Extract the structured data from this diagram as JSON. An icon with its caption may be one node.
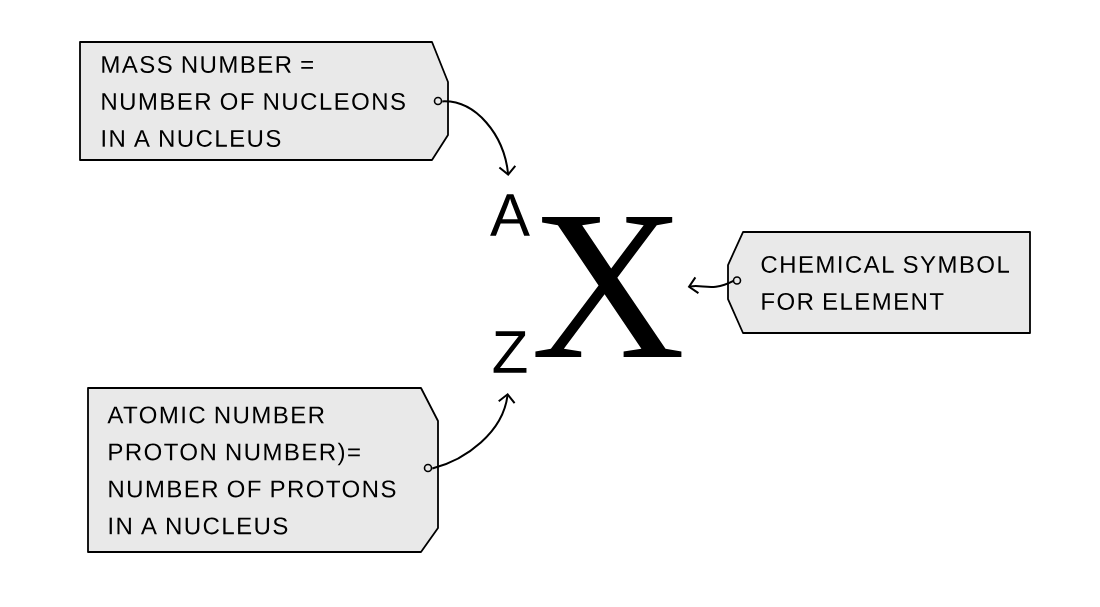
{
  "diagram": {
    "nodes": [
      {
        "text": [
          "MASS NUMBER = NUMBER OF NUCLEONS IN A NUCLEUS"
        ]
      },
      {
        "text": [
          "A"
        ]
      },
      {
        "text": [
          "X"
        ]
      },
      {
        "text": [
          "CHEMICAL SYMBOL FOR ELEMENT"
        ]
      },
      {
        "text": [
          "Z"
        ]
      },
      {
        "text": [
          "ATOMIC NUMBER PROTON NUMBER)= NUMBER OF PROTONS IN A NUCLEUS"
        ]
      }
    ],
    "edges": [
      {
        "from": 0,
        "to": 1,
        "arrow": "to"
      },
      {
        "from": 3,
        "to": 2,
        "arrow": "to"
      },
      {
        "from": 5,
        "to": 4,
        "arrow": "to"
      }
    ]
  }
}
